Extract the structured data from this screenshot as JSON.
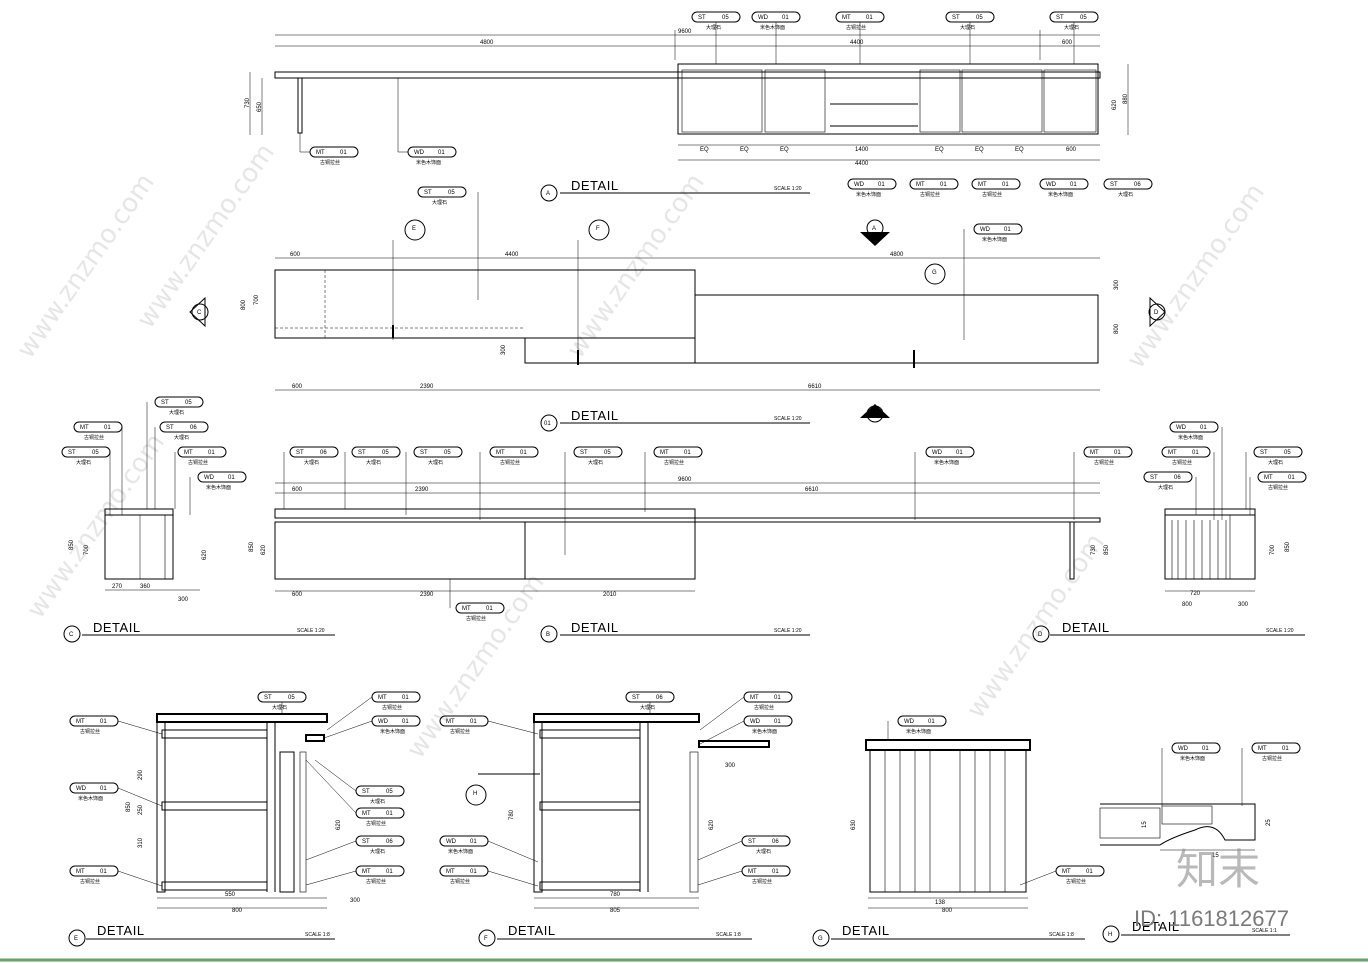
{
  "details": [
    {
      "id": "A",
      "title": "DETAIL",
      "scale": "SCALE 1:20"
    },
    {
      "id": "01",
      "title": "DETAIL",
      "scale": "SCALE 1:20"
    },
    {
      "id": "C",
      "title": "DETAIL",
      "scale": "SCALE 1:20"
    },
    {
      "id": "B",
      "title": "DETAIL",
      "scale": "SCALE 1:20"
    },
    {
      "id": "D",
      "title": "DETAIL",
      "scale": "SCALE 1:20"
    },
    {
      "id": "E",
      "title": "DETAIL",
      "scale": "SCALE 1:8"
    },
    {
      "id": "F",
      "title": "DETAIL",
      "scale": "SCALE 1:8"
    },
    {
      "id": "G",
      "title": "DETAIL",
      "scale": "SCALE 1:8"
    },
    {
      "id": "H",
      "title": "DETAIL",
      "scale": "SCALE 1:1"
    }
  ],
  "materials": {
    "ST05": {
      "code": "ST",
      "num": "05",
      "desc": "大理石"
    },
    "ST06": {
      "code": "ST",
      "num": "06",
      "desc": "大理石"
    },
    "WD01": {
      "code": "WD",
      "num": "01",
      "desc": "米色木饰面"
    },
    "MT01": {
      "code": "MT",
      "num": "01",
      "desc": "古铜拉丝"
    }
  },
  "dims": {
    "a_top": [
      "4800",
      "9600",
      "4400",
      "600"
    ],
    "a_bottom": [
      "EQ",
      "EQ",
      "EQ",
      "1400",
      "EQ",
      "EQ",
      "EQ",
      "600"
    ],
    "a_bottom2": "4400",
    "a_left": [
      "730",
      "650"
    ],
    "a_right": [
      "880",
      "620"
    ],
    "plan_top": [
      "600",
      "4400",
      "4800"
    ],
    "plan_bottom": [
      "600",
      "2390",
      "6610"
    ],
    "plan_left": [
      "800",
      "700"
    ],
    "plan_right": [
      "300",
      "800"
    ],
    "plan_step": "300",
    "b_top": [
      "600",
      "2390",
      "9600",
      "6610"
    ],
    "b_bottom": [
      "600",
      "2390",
      "2010"
    ],
    "b_left": [
      "850",
      "620"
    ],
    "b_right": [
      "850",
      "730"
    ],
    "c_bottom": [
      "270",
      "360",
      "300"
    ],
    "c_left": [
      "850",
      "700"
    ],
    "d_bottom": [
      "720",
      "800",
      "300"
    ],
    "d_right": [
      "700",
      "850"
    ],
    "e_bottom": [
      "550",
      "800",
      "300"
    ],
    "e_left": [
      "290",
      "250",
      "310"
    ],
    "e_right": [
      "620"
    ],
    "f_bottom": [
      "780",
      "805"
    ],
    "f_left": [
      "780"
    ],
    "f_right": [
      "300",
      "620"
    ],
    "g_bottom": [
      "800",
      "138"
    ],
    "g_left": [
      "630"
    ],
    "h": [
      "15",
      "25"
    ]
  },
  "section_markers": {
    "A": "A",
    "B": "B",
    "C": "C",
    "D": "D",
    "E": "E",
    "F": "F",
    "G": "G",
    "H": "H"
  },
  "watermark": "www.znzmo.com",
  "brand": "知末",
  "id_label": "ID: 1161812677"
}
